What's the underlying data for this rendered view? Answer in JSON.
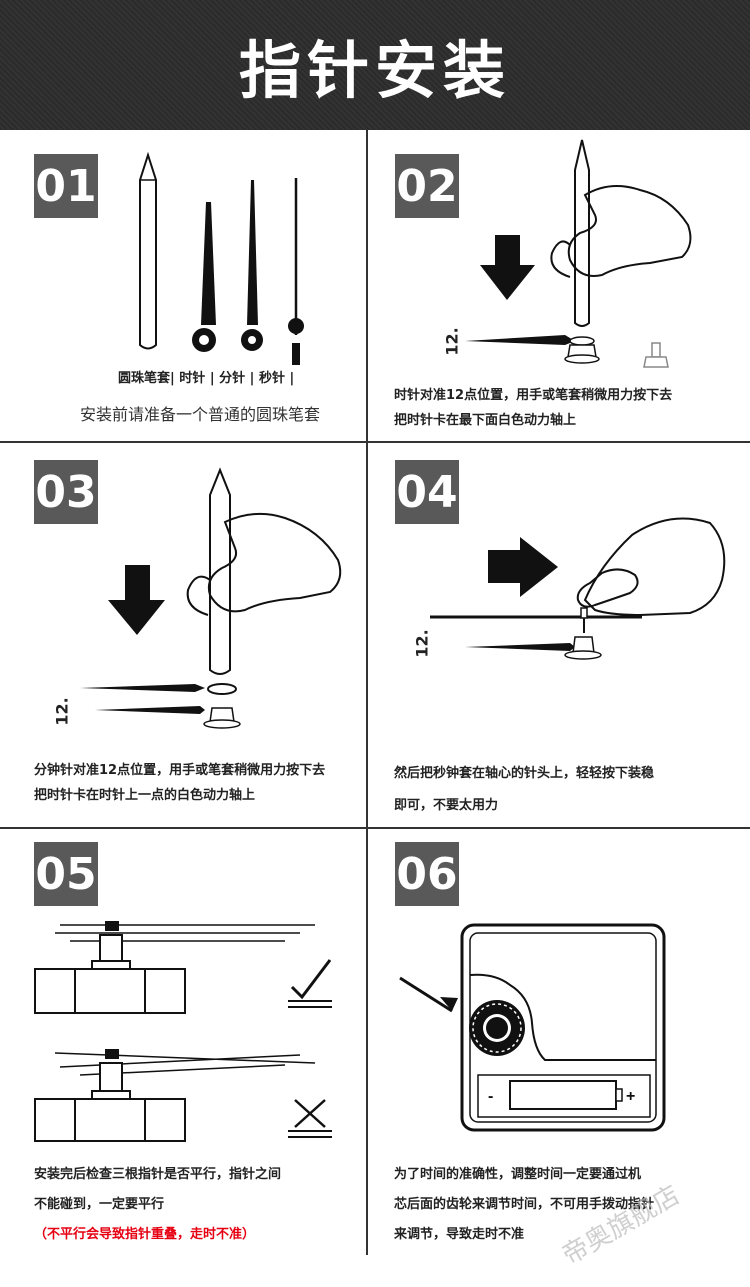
{
  "title": "指针安装",
  "steps": [
    {
      "num": "01",
      "labels": [
        "圆珠笔套",
        "时针",
        "分针",
        "秒针"
      ],
      "desc": [
        "安装前请准备一个普通的圆珠笔套"
      ]
    },
    {
      "num": "02",
      "mark": "12.",
      "desc": [
        "时针对准12点位置，用手或笔套稍微用力按下去",
        "把时针卡在最下面白色动力轴上"
      ]
    },
    {
      "num": "03",
      "mark": "12.",
      "desc": [
        "分钟针对准12点位置，用手或笔套稍微用力按下去",
        "把时针卡在时针上一点的白色动力轴上"
      ]
    },
    {
      "num": "04",
      "mark": "12.",
      "desc": [
        "然后把秒钟套在轴心的针头上，轻轻按下装稳",
        "即可，不要太用力"
      ]
    },
    {
      "num": "05",
      "desc": [
        "安装完后检查三根指针是否平行，指针之间",
        "不能碰到，一定要平行"
      ],
      "warning": "（不平行会导致指针重叠，走时不准）"
    },
    {
      "num": "06",
      "battery_minus": "-",
      "battery_plus": "+",
      "desc": [
        "为了时间的准确性，调整时间一定要通过机",
        "芯后面的齿轮来调节时间，不可用手拨动指针",
        "来调节，导致走时不准"
      ]
    }
  ],
  "watermark": "帝奥旗舰店",
  "colors": {
    "banner": "#2e2e2e",
    "step_box": "#595959",
    "warning": "#e60012"
  }
}
